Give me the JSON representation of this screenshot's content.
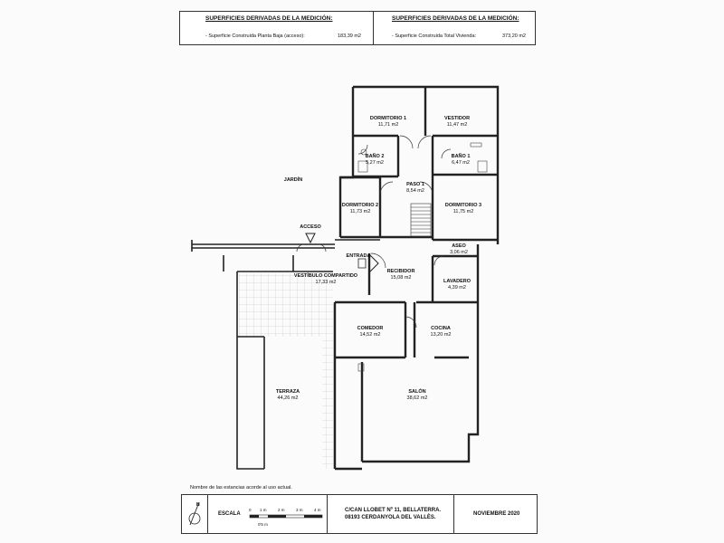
{
  "header": {
    "left_title": "SUPERFICIES DERIVADAS DE LA MEDICIÓN:",
    "left_line": "- Superficie Construida Planta Baja (acceso):",
    "left_value": "183,39 m2",
    "right_title": "SUPERFICIES DERIVADAS DE LA MEDICIÓN:",
    "right_line": "- Superficie Construida Total Vivienda:",
    "right_value": "373,20 m2"
  },
  "rooms": [
    {
      "id": "dormitorio1",
      "name": "DORMITORIO 1",
      "area": "11,71 m2"
    },
    {
      "id": "vestidor",
      "name": "VESTIDOR",
      "area": "11,47 m2"
    },
    {
      "id": "bano2",
      "name": "BAÑO 2",
      "area": "5,27 m2"
    },
    {
      "id": "bano1",
      "name": "BAÑO 1",
      "area": "6,47 m2"
    },
    {
      "id": "paso1",
      "name": "PASO 1",
      "area": "8,54 m2"
    },
    {
      "id": "dormitorio2",
      "name": "DORMITORIO 2",
      "area": "11,73 m2"
    },
    {
      "id": "dormitorio3",
      "name": "DORMITORIO 3",
      "area": "11,75 m2"
    },
    {
      "id": "aseo",
      "name": "ASEO",
      "area": "3,06 m2"
    },
    {
      "id": "lavadero",
      "name": "LAVADERO",
      "area": "4,39 m2"
    },
    {
      "id": "recibidor",
      "name": "RECIBIDOR",
      "area": "15,08 m2"
    },
    {
      "id": "vestibulo",
      "name": "VESTÍBULO COMPARTIDO",
      "area": "17,33 m2"
    },
    {
      "id": "comedor",
      "name": "COMEDOR",
      "area": "14,52 m2"
    },
    {
      "id": "cocina",
      "name": "COCINA",
      "area": "13,20 m2"
    },
    {
      "id": "terraza",
      "name": "TERRAZA",
      "area": "44,26 m2"
    },
    {
      "id": "salon",
      "name": "SALÓN",
      "area": "38,62 m2"
    }
  ],
  "labels": {
    "jardin": "JARDÍN",
    "acceso": "ACCESO",
    "entrada": "ENTRADA"
  },
  "note": "Nombre de las estancias acorde al uso actual.",
  "footer": {
    "escala": "ESCALA",
    "scale_ticks": [
      "0",
      "1 m",
      "2 m",
      "3 m",
      "4 m"
    ],
    "scale_sub": "0'5 m",
    "north": "N",
    "address_line1": "C/CAN LLOBET Nº 11, BELLATERRA.",
    "address_line2": "08193 CERDANYOLA DEL VALLÈS.",
    "date": "NOVIEMBRE 2020"
  }
}
